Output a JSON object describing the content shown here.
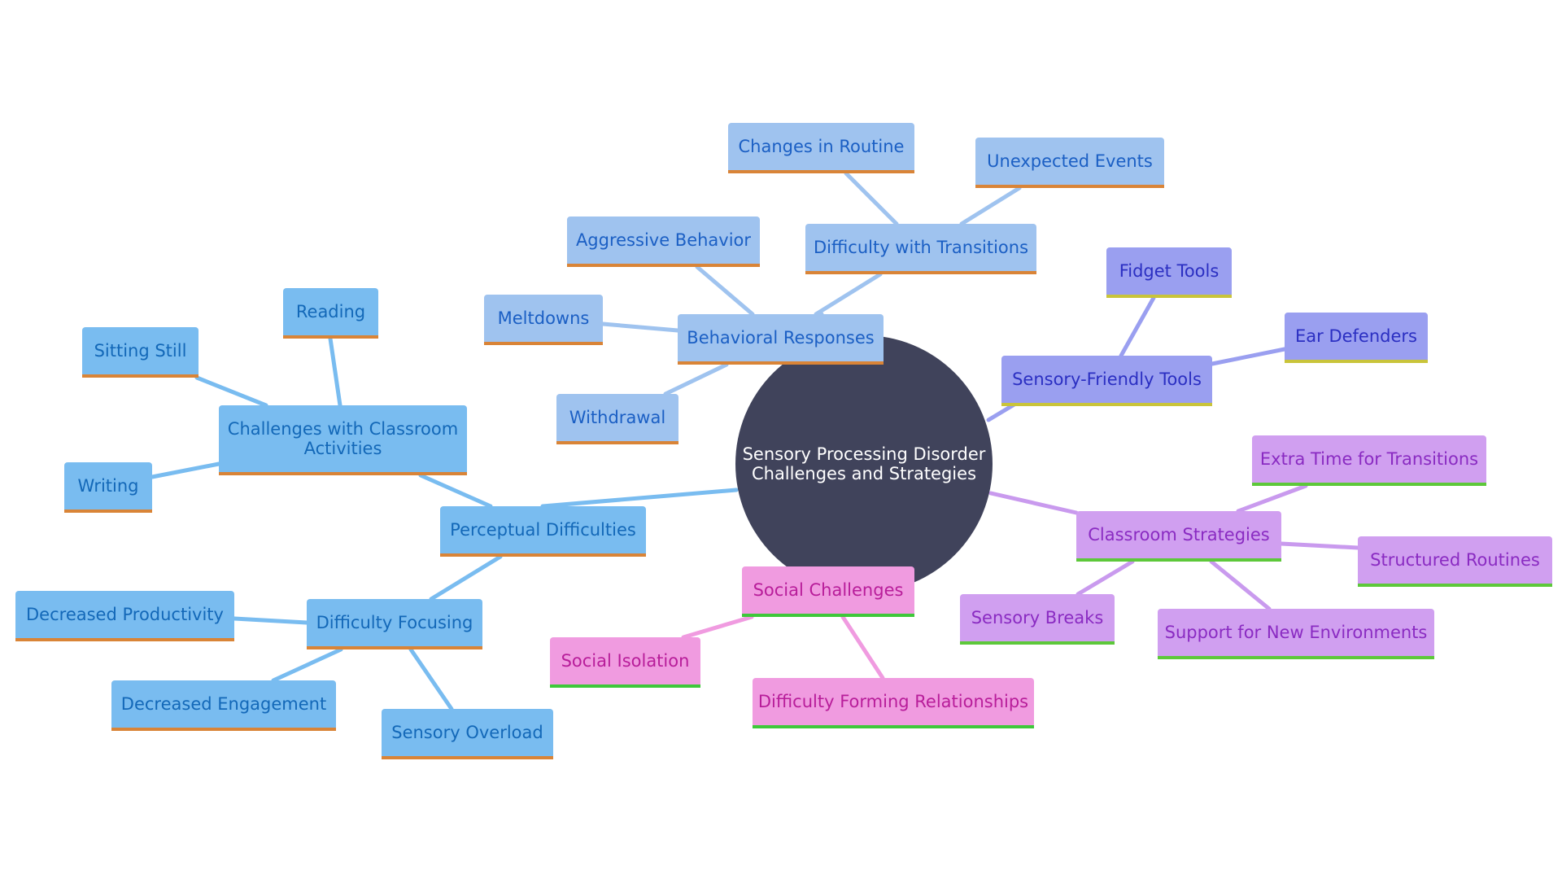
{
  "root": {
    "id": "root",
    "lines": [
      "Sensory Processing Disorder",
      "Challenges and Strategies"
    ]
  },
  "colors": {
    "root_fill": "#40435b",
    "branch_blue_fill": "#79bcf0",
    "branch_blue_text": "#1368b8",
    "branch_blue_underline": "#d98437",
    "branch_blue_edge": "#79bcf0",
    "branch_lightblue_fill": "#9fc3ef",
    "branch_lightblue_text": "#1b5fc4",
    "branch_lightblue_underline": "#d98437",
    "branch_lightblue_edge": "#9fc3ef",
    "branch_indigo_fill": "#9a9ff0",
    "branch_indigo_text": "#2b2fc2",
    "branch_indigo_underline": "#c9c43a",
    "branch_indigo_edge": "#9a9ff0",
    "branch_purple_fill": "#d09ff0",
    "branch_purple_text": "#8a2bc2",
    "branch_purple_underline": "#5dc83a",
    "branch_purple_edge": "#c99aee",
    "branch_pink_fill": "#f09be0",
    "branch_pink_text": "#b81d9a",
    "branch_pink_underline": "#3ec83a",
    "branch_pink_edge": "#f09be0"
  },
  "nodes": [
    {
      "id": "perceptual",
      "parent": "root",
      "branch": "blue",
      "lines": [
        "Perceptual Difficulties"
      ]
    },
    {
      "id": "classroom_challenges",
      "parent": "perceptual",
      "branch": "blue",
      "lines": [
        "Challenges with Classroom",
        "Activities"
      ]
    },
    {
      "id": "reading",
      "parent": "classroom_challenges",
      "branch": "blue",
      "lines": [
        "Reading"
      ]
    },
    {
      "id": "sitting_still",
      "parent": "classroom_challenges",
      "branch": "blue",
      "lines": [
        "Sitting Still"
      ]
    },
    {
      "id": "writing",
      "parent": "classroom_challenges",
      "branch": "blue",
      "lines": [
        "Writing"
      ]
    },
    {
      "id": "focusing",
      "parent": "perceptual",
      "branch": "blue",
      "lines": [
        "Difficulty Focusing"
      ]
    },
    {
      "id": "productivity",
      "parent": "focusing",
      "branch": "blue",
      "lines": [
        "Decreased Productivity"
      ]
    },
    {
      "id": "engagement",
      "parent": "focusing",
      "branch": "blue",
      "lines": [
        "Decreased Engagement"
      ]
    },
    {
      "id": "overload",
      "parent": "focusing",
      "branch": "blue",
      "lines": [
        "Sensory Overload"
      ]
    },
    {
      "id": "behavioral",
      "parent": "root",
      "branch": "lightblue",
      "lines": [
        "Behavioral Responses"
      ]
    },
    {
      "id": "meltdowns",
      "parent": "behavioral",
      "branch": "lightblue",
      "lines": [
        "Meltdowns"
      ]
    },
    {
      "id": "withdrawal",
      "parent": "behavioral",
      "branch": "lightblue",
      "lines": [
        "Withdrawal"
      ]
    },
    {
      "id": "aggressive",
      "parent": "behavioral",
      "branch": "lightblue",
      "lines": [
        "Aggressive Behavior"
      ]
    },
    {
      "id": "transitions",
      "parent": "behavioral",
      "branch": "lightblue",
      "lines": [
        "Difficulty with Transitions"
      ]
    },
    {
      "id": "routine",
      "parent": "transitions",
      "branch": "lightblue",
      "lines": [
        "Changes in Routine"
      ]
    },
    {
      "id": "unexpected",
      "parent": "transitions",
      "branch": "lightblue",
      "lines": [
        "Unexpected Events"
      ]
    },
    {
      "id": "tools",
      "parent": "root",
      "branch": "indigo",
      "lines": [
        "Sensory-Friendly Tools"
      ]
    },
    {
      "id": "fidget",
      "parent": "tools",
      "branch": "indigo",
      "lines": [
        "Fidget Tools"
      ]
    },
    {
      "id": "ear",
      "parent": "tools",
      "branch": "indigo",
      "lines": [
        "Ear Defenders"
      ]
    },
    {
      "id": "strategies",
      "parent": "root",
      "branch": "purple",
      "lines": [
        "Classroom Strategies"
      ]
    },
    {
      "id": "extra_time",
      "parent": "strategies",
      "branch": "purple",
      "lines": [
        "Extra Time for Transitions"
      ]
    },
    {
      "id": "structured",
      "parent": "strategies",
      "branch": "purple",
      "lines": [
        "Structured Routines"
      ]
    },
    {
      "id": "breaks",
      "parent": "strategies",
      "branch": "purple",
      "lines": [
        "Sensory Breaks"
      ]
    },
    {
      "id": "new_env",
      "parent": "strategies",
      "branch": "purple",
      "lines": [
        "Support for New Environments"
      ]
    },
    {
      "id": "social",
      "parent": "root",
      "branch": "pink",
      "lines": [
        "Social Challenges"
      ]
    },
    {
      "id": "isolation",
      "parent": "social",
      "branch": "pink",
      "lines": [
        "Social Isolation"
      ]
    },
    {
      "id": "relationships",
      "parent": "social",
      "branch": "pink",
      "lines": [
        "Difficulty Forming Relationships"
      ]
    }
  ]
}
